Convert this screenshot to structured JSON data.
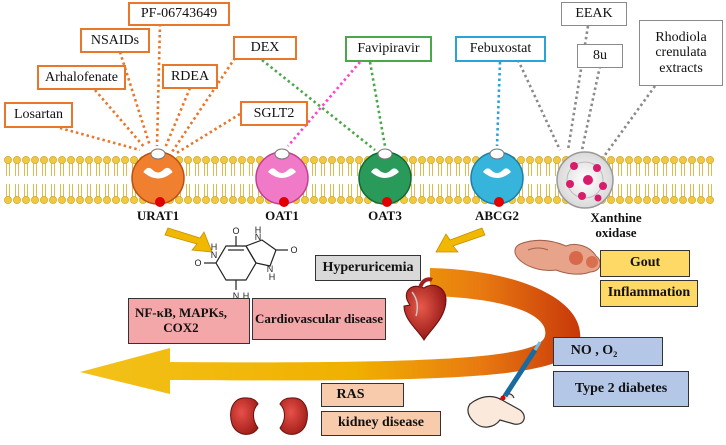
{
  "drug_labels": {
    "losartan": "Losartan",
    "arhalofenate": "Arhalofenate",
    "nsaids": "NSAIDs",
    "pf": "PF-06743649",
    "rdea": "RDEA",
    "dex": "DEX",
    "sglt2": "SGLT2",
    "favipiravir": "Favipiravir",
    "febuxostat": "Febuxostat",
    "eeak": "EEAK",
    "eight_u": "8u",
    "rhodiola": "Rhodiola crenulata extracts"
  },
  "transporters": {
    "urat1": "URAT1",
    "oat1": "OAT1",
    "oat3": "OAT3",
    "abcg2": "ABCG2",
    "xanthine_oxidase": "Xanthine oxidase"
  },
  "effects": {
    "hyperuricemia": "Hyperuricemia",
    "nfkb": "NF-κB, MAPKs, COX2",
    "cardiovascular": "Cardiovascular disease",
    "gout": "Gout",
    "inflammation": "Inflammation",
    "no_o2": "NO , O₂",
    "type2_diabetes": "Type 2 diabetes",
    "ras": "RAS",
    "kidney_disease": "kidney disease"
  },
  "colors": {
    "orange": "#e8772a",
    "pink": "#ff66cc",
    "green": "#4aa84a",
    "blue": "#2aa3d8",
    "gray": "#8a8a8a",
    "arrow_red": "#e00000"
  }
}
